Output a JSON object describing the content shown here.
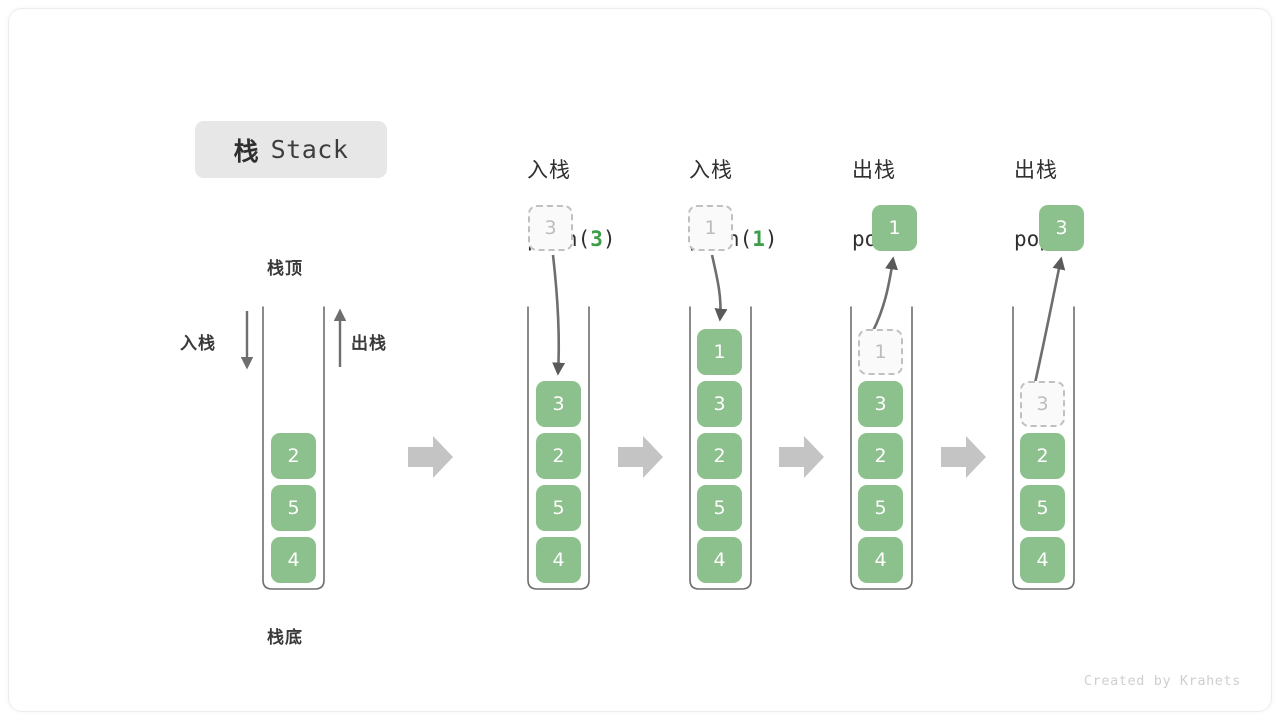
{
  "title": {
    "cn": "栈",
    "en": "Stack"
  },
  "labels": {
    "top": "栈顶",
    "bottom": "栈底",
    "push_side": "入栈",
    "pop_side": "出栈"
  },
  "colors": {
    "element": "#8cc08c",
    "element_text": "#ffffff",
    "ghost_fill": "#fafafa",
    "ghost_border": "#c0c0c0",
    "ghost_text": "#bdbdbd",
    "accent_green": "#3c9e48",
    "arrow_gray": "#c4c4c4",
    "line_gray": "#6e6e6e",
    "badge_bg": "#e7e7e7",
    "text_dark": "#2f2f2f"
  },
  "columns": [
    {
      "id": "initial",
      "header_line1": "",
      "header_line2": "",
      "header_arg": "",
      "stack": [
        "2",
        "5",
        "4"
      ],
      "incoming": null,
      "outgoing": null
    },
    {
      "id": "push-3",
      "header_line1": "入栈",
      "header_line2_pre": "push(",
      "header_arg": "3",
      "header_line2_post": ")",
      "stack": [
        "3",
        "2",
        "5",
        "4"
      ],
      "incoming": "3",
      "outgoing": null
    },
    {
      "id": "push-1",
      "header_line1": "入栈",
      "header_line2_pre": "push(",
      "header_arg": "1",
      "header_line2_post": ")",
      "stack": [
        "1",
        "3",
        "2",
        "5",
        "4"
      ],
      "incoming": "1",
      "outgoing": null
    },
    {
      "id": "pop-1",
      "header_line1": "出栈",
      "header_line2_pre": "pop(",
      "header_arg": "",
      "header_line2_post": ")",
      "stack": [
        "3",
        "2",
        "5",
        "4"
      ],
      "ghost_top": "1",
      "incoming": null,
      "outgoing": "1"
    },
    {
      "id": "pop-3",
      "header_line1": "出栈",
      "header_line2_pre": "pop(",
      "header_arg": "",
      "header_line2_post": ")",
      "stack": [
        "2",
        "5",
        "4"
      ],
      "ghost_top": "3",
      "incoming": null,
      "outgoing": "3"
    }
  ],
  "footer": "Created by Krahets"
}
